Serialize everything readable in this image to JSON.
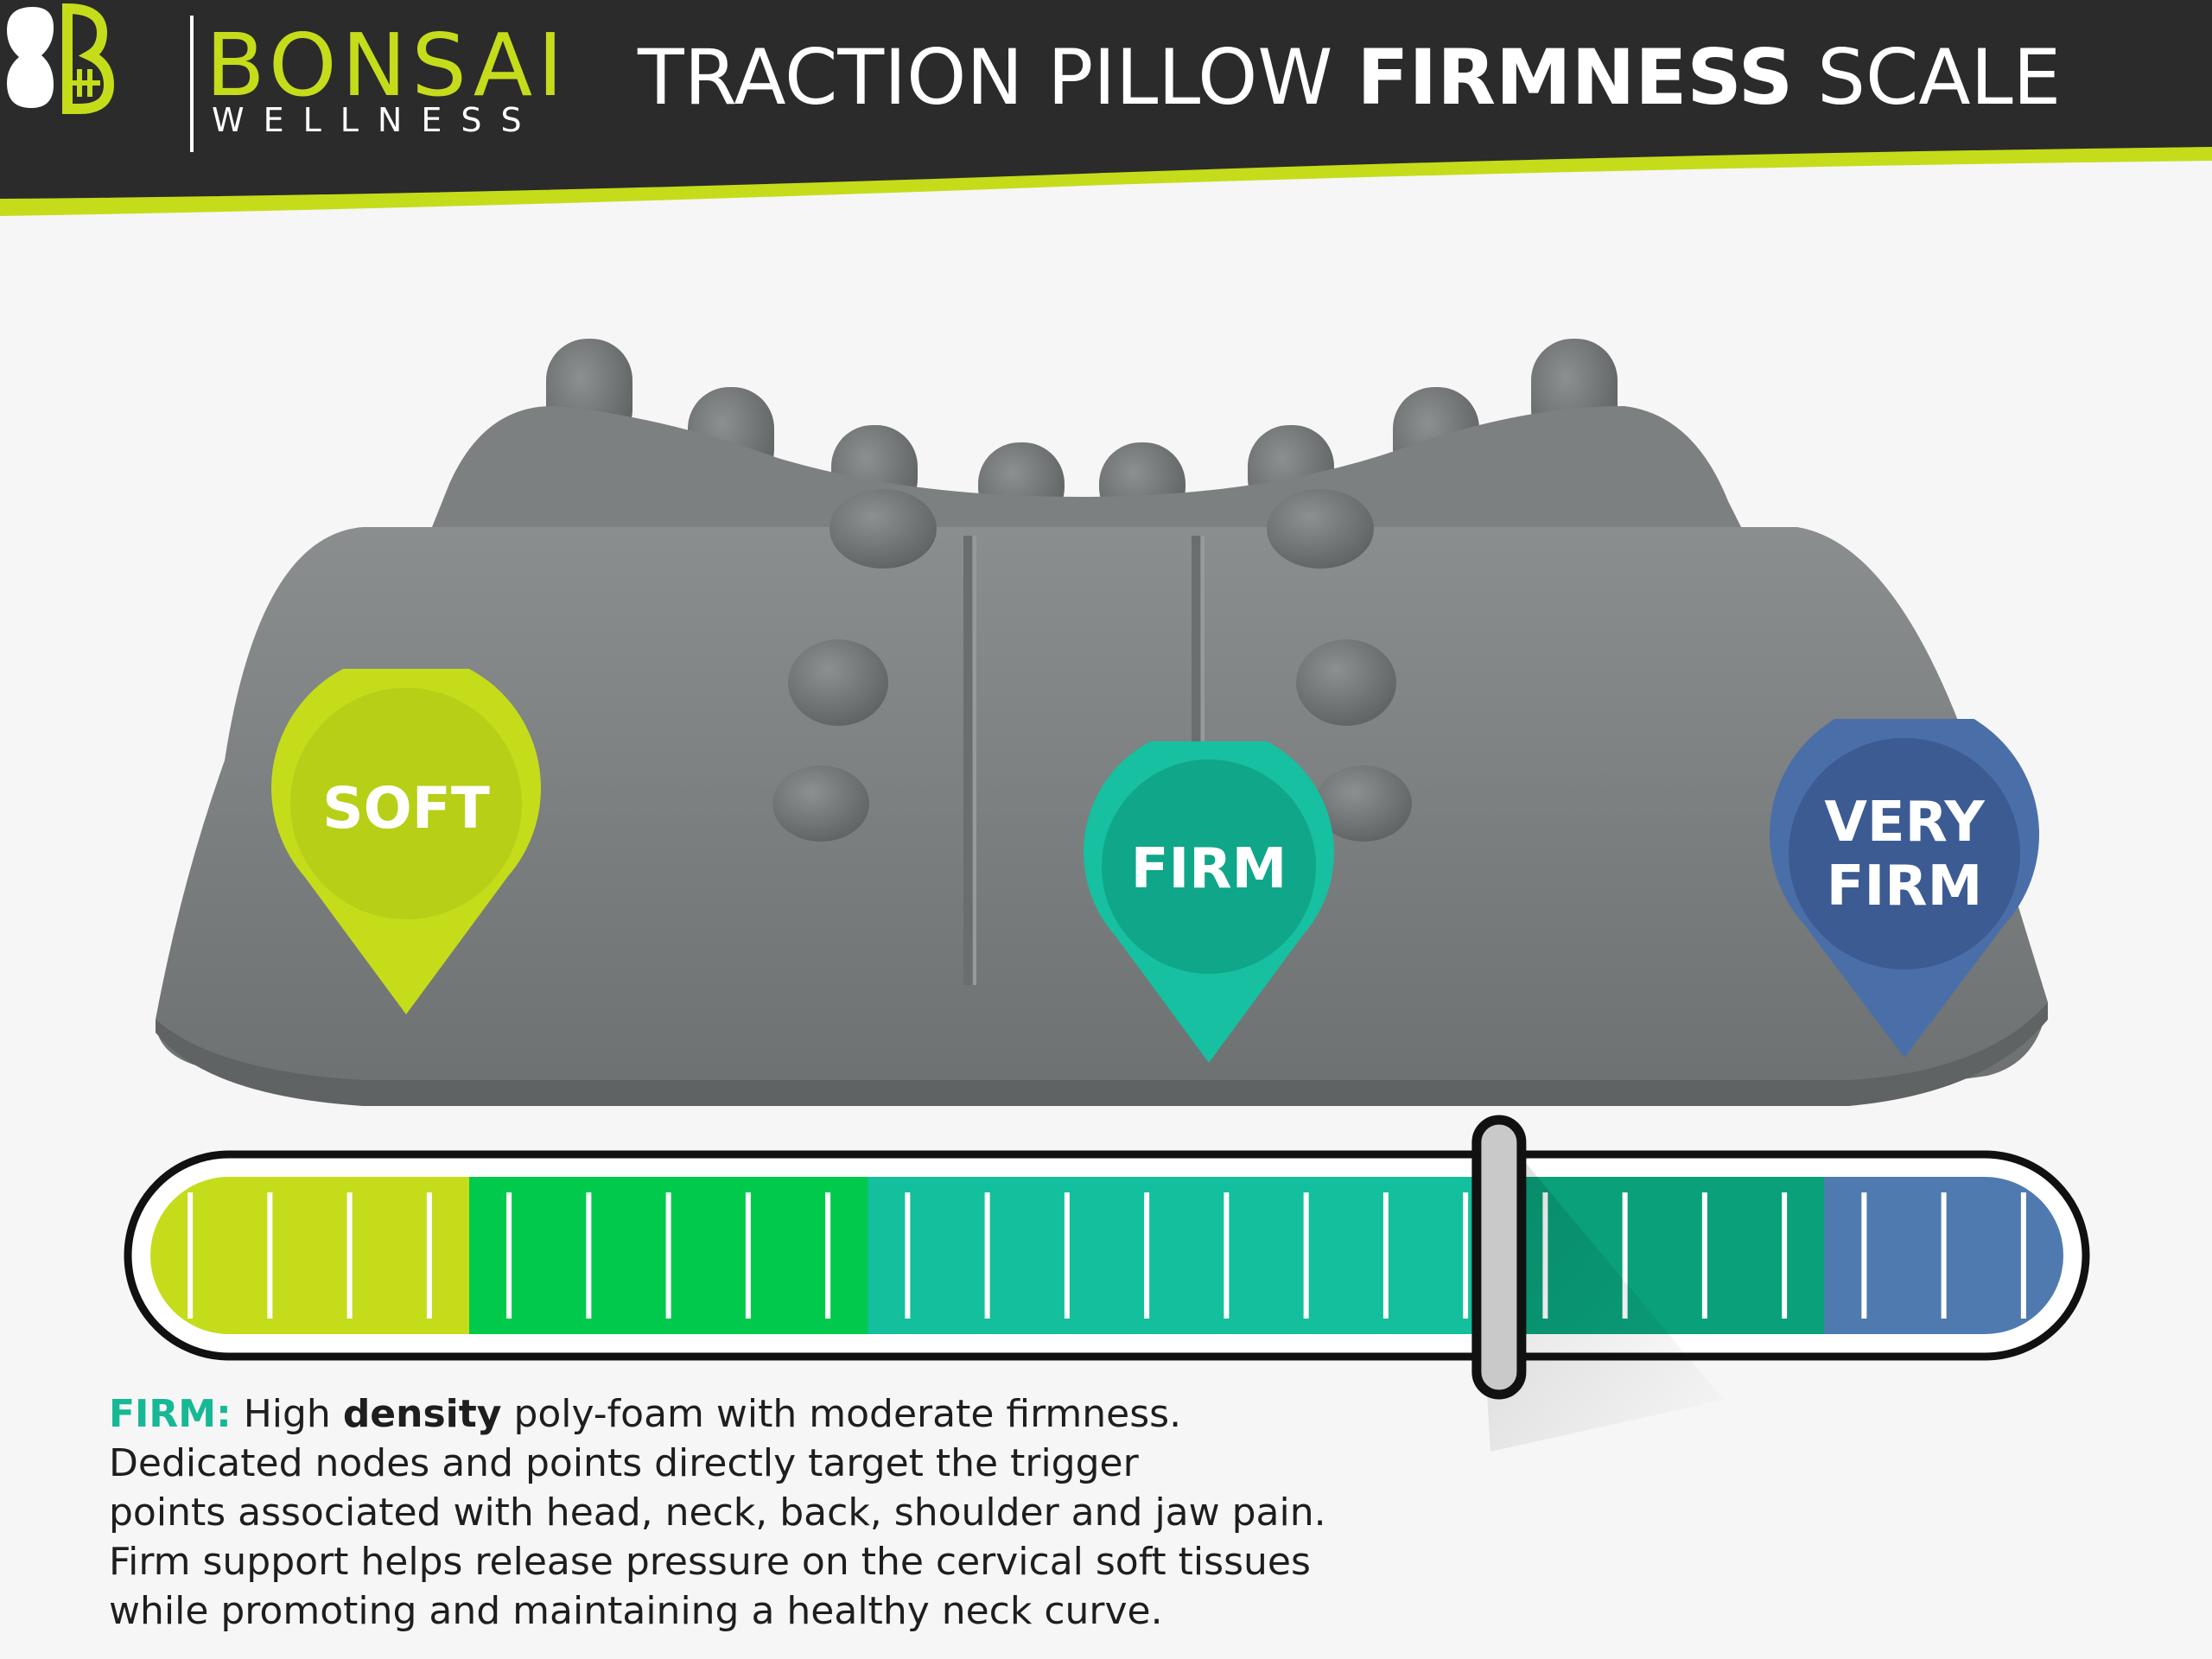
{
  "header": {
    "brand_name": "BONSAI",
    "brand_sub": "WELLNESS",
    "title_part1": "TRACTION PILLOW ",
    "title_bold": "FIRMNESS",
    "title_part2": " SCALE"
  },
  "colors": {
    "header_bg": "#2b2b2b",
    "accent_lime": "#c5dc1b",
    "soft": "#c5dc1b",
    "medium": "#00c94c",
    "firm": "#13bf9c",
    "firmer": "#0aa07a",
    "very_firm": "#4f7ab0",
    "pillow_gray": "#7a7e7e"
  },
  "pins": [
    {
      "id": "soft",
      "label": "SOFT",
      "color": "#c5dc1b",
      "inner": "#b7cf16"
    },
    {
      "id": "firm",
      "label": "FIRM",
      "color": "#16c0a0",
      "inner": "#10a689"
    },
    {
      "id": "very_firm",
      "label_line1": "VERY",
      "label_line2": "FIRM",
      "color": "#4a6fa8",
      "inner": "#3b5b92"
    }
  ],
  "scale": {
    "indicator_position": 0.705,
    "segments": [
      {
        "name": "soft",
        "color": "#c5dc1b",
        "ticks": 4
      },
      {
        "name": "medium",
        "color": "#00c94c",
        "ticks": 5
      },
      {
        "name": "firm",
        "color": "#13bf9c",
        "ticks": 8
      },
      {
        "name": "firmer",
        "color": "#0aa07a",
        "ticks": 4
      },
      {
        "name": "very-firm",
        "color": "#4f7ab0",
        "ticks": 3
      }
    ]
  },
  "description": {
    "lead": "FIRM:",
    "line1_a": " High ",
    "line1_bold": "density",
    "line1_b": " poly-foam with moderate firmness.",
    "line2": "Dedicated nodes and points directly target the trigger",
    "line3": "points associated with head, neck, back, shoulder and jaw pain.",
    "line4": "Firm support helps release pressure on the cervical soft tissues",
    "line5": "while promoting and maintaining a healthy neck curve."
  }
}
